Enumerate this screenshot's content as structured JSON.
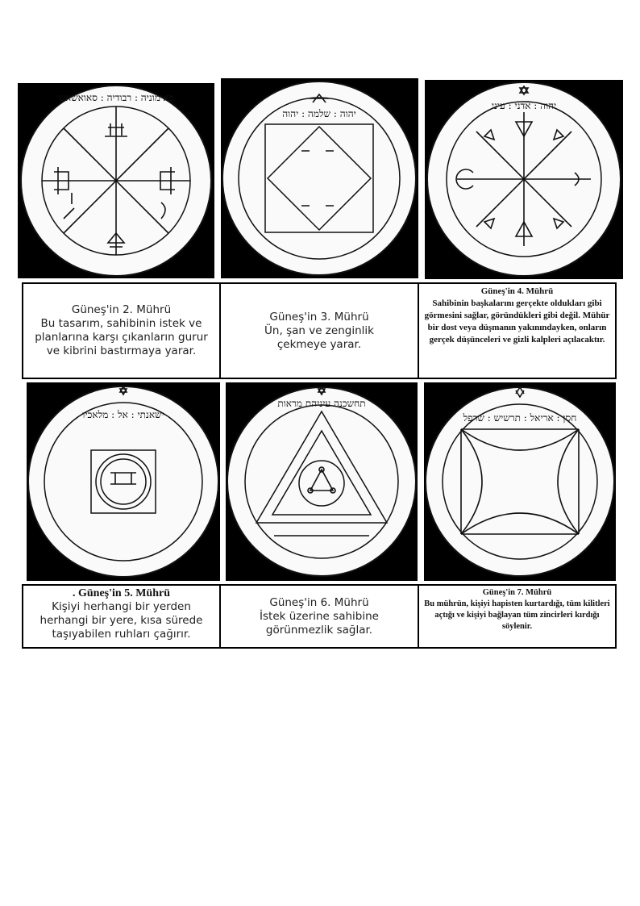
{
  "row1": [
    {
      "title": "Güneş'in 2. Mührü",
      "desc": "Bu tasarım, sahibinin istek ve planlarına karşı çıkanların gurur ve kibrini bastırmaya yarar.",
      "rim_text": "פאימוניה : רבודיה : סאואשאש",
      "icon": "pentacle-sun-2-icon"
    },
    {
      "title": "Güneş'in 3. Mührü",
      "desc": "Ün, şan ve zenginlik çekmeye yarar.",
      "rim_text": "יהוה : שלמה : יהוה",
      "icon": "pentacle-sun-3-icon"
    },
    {
      "title": "Güneş'in 4. Mührü",
      "desc": "Sahibinin başkalarını gerçekte oldukları gibi görmesini sağlar, göründükleri gibi değil. Mühür bir dost veya düşmanın yakınındayken, onların gerçek düşünceleri ve gizli kalpleri açılacaktır.",
      "rim_text": "יהוה : אדני : עיני",
      "icon": "pentacle-sun-4-icon"
    }
  ],
  "row2": [
    {
      "title": ". Güneş'in 5. Mührü",
      "desc": "Kişiyi herhangi bir yerden herhangi bir yere, kısa sürede taşıyabilen ruhları çağırır.",
      "rim_text": "ישאנתי : אל : מלאכיו",
      "icon": "pentacle-sun-5-icon"
    },
    {
      "title": "Güneş'in 6. Mührü",
      "desc": "İstek üzerine sahibine görünmezlik sağlar.",
      "rim_text": "תחשכנה עיניהם מראות",
      "icon": "pentacle-sun-6-icon"
    },
    {
      "title": "Güneş'in 7. Mührü",
      "desc": "Bu mührün, kişiyi hapisten kurtardığı, tüm kilitleri açtığı ve kişiyi bağlayan tüm zincirleri kırdığı söylenir.",
      "rim_text": "חסן : אריאל : תרשיש : שרפל",
      "icon": "pentacle-sun-7-icon"
    }
  ]
}
